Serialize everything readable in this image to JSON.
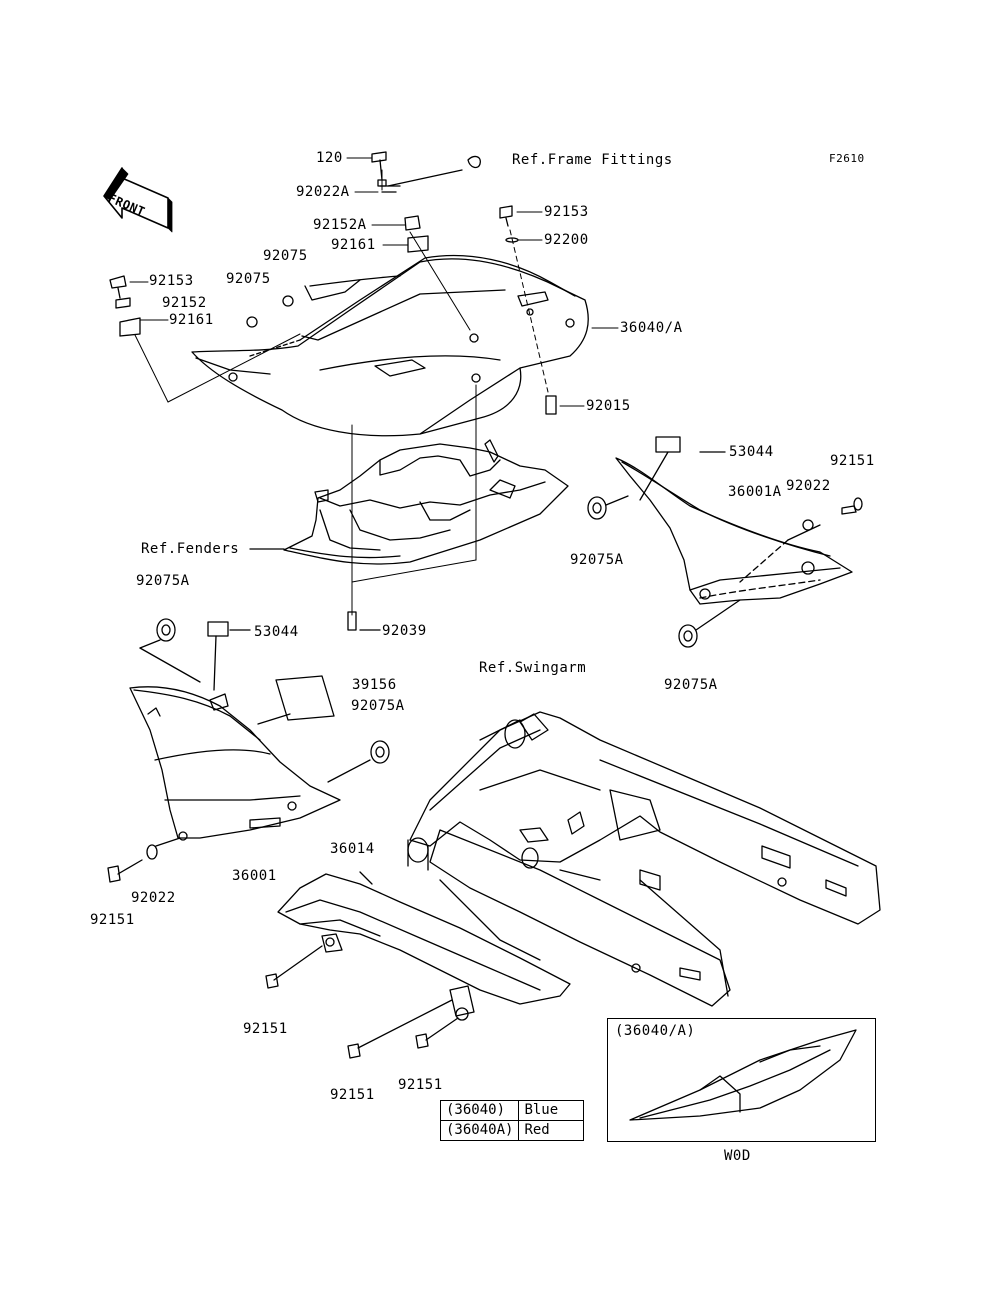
{
  "diagram_code": "F2610",
  "front_arrow": "FRONT",
  "refs": {
    "frame": "Ref.Frame Fittings",
    "fenders": "Ref.Fenders",
    "swingarm": "Ref.Swingarm"
  },
  "parts": {
    "p120": "120",
    "p92022A": "92022A",
    "p92152A": "92152A",
    "p92161_top": "92161",
    "p92153_top": "92153",
    "p92200": "92200",
    "p92075_a": "92075",
    "p92075_b": "92075",
    "p92153_left": "92153",
    "p92152": "92152",
    "p92161_left": "92161",
    "p36040A": "36040/A",
    "p92015": "92015",
    "p53044_right": "53044",
    "p92151_right": "92151",
    "p36001A": "36001A",
    "p92022_right": "92022",
    "p92075A_right": "92075A",
    "p92075A_right_bottom": "92075A",
    "p92075A_left_top": "92075A",
    "p53044_left": "53044",
    "p92039": "92039",
    "p39156": "39156",
    "p92075A_left_mid": "92075A",
    "p36001": "36001",
    "p36014": "36014",
    "p92022_left": "92022",
    "p92151_left": "92151",
    "p92151_chain1": "92151",
    "p92151_chain2": "92151",
    "p92151_chain3": "92151"
  },
  "inset": {
    "title": "(36040/A)",
    "caption": "W0D"
  },
  "color_table": [
    {
      "part": "(36040)",
      "color": "Blue"
    },
    {
      "part": "(36040A)",
      "color": "Red"
    }
  ]
}
